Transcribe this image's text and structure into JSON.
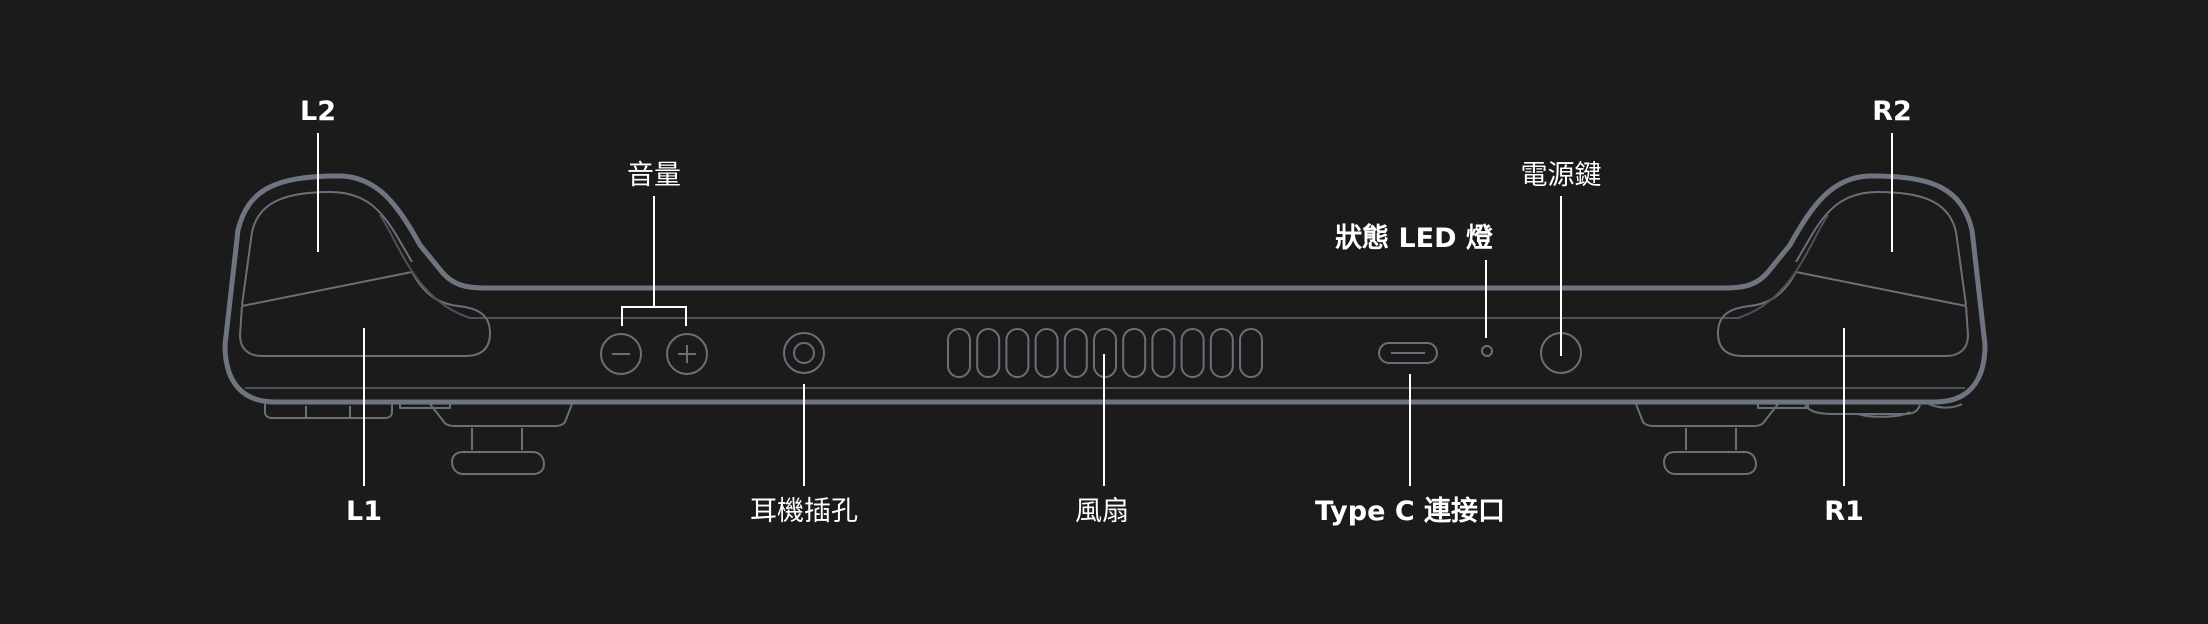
{
  "labels": {
    "l2": "L2",
    "l1": "L1",
    "volume": "音量",
    "headphone_jack": "耳機插孔",
    "fan": "風扇",
    "status_led": "狀態 LED 燈",
    "type_c": "Type C 連接口",
    "power_button": "電源鍵",
    "r2": "R2",
    "r1": "R1"
  },
  "colors": {
    "background": "#1b1b1b",
    "device_outline": "#6f7580",
    "label_text": "#ffffff"
  },
  "icons": {
    "volume_down": "minus-icon",
    "volume_up": "plus-icon"
  }
}
